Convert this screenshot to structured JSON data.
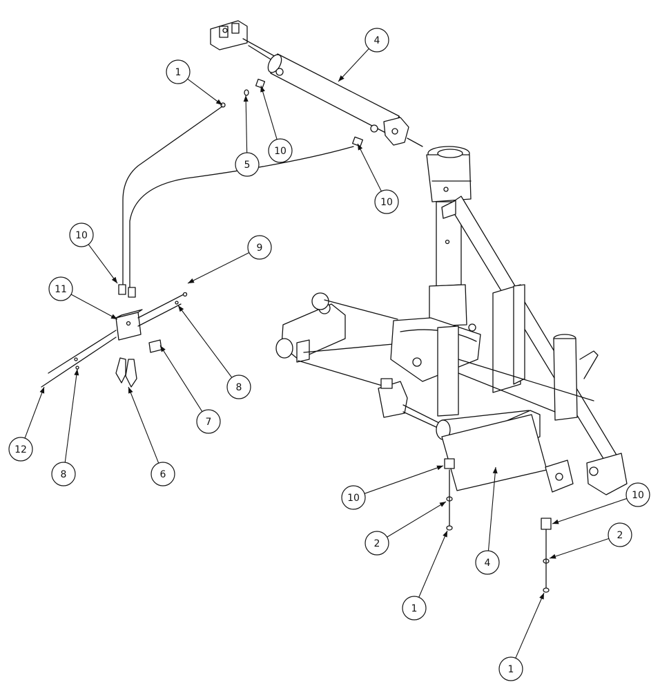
{
  "callouts": [
    {
      "id": "c1a",
      "label": "1"
    },
    {
      "id": "c4a",
      "label": "4"
    },
    {
      "id": "c5",
      "label": "5"
    },
    {
      "id": "c10a",
      "label": "10"
    },
    {
      "id": "c10b",
      "label": "10"
    },
    {
      "id": "c10c",
      "label": "10"
    },
    {
      "id": "c9",
      "label": "9"
    },
    {
      "id": "c11",
      "label": "11"
    },
    {
      "id": "c8a",
      "label": "8"
    },
    {
      "id": "c7",
      "label": "7"
    },
    {
      "id": "c12",
      "label": "12"
    },
    {
      "id": "c8b",
      "label": "8"
    },
    {
      "id": "c6",
      "label": "6"
    },
    {
      "id": "c10d",
      "label": "10"
    },
    {
      "id": "c10e",
      "label": "10"
    },
    {
      "id": "c2a",
      "label": "2"
    },
    {
      "id": "c2b",
      "label": "2"
    },
    {
      "id": "c4b",
      "label": "4"
    },
    {
      "id": "c1b",
      "label": "1"
    },
    {
      "id": "c1c",
      "label": "1"
    }
  ]
}
